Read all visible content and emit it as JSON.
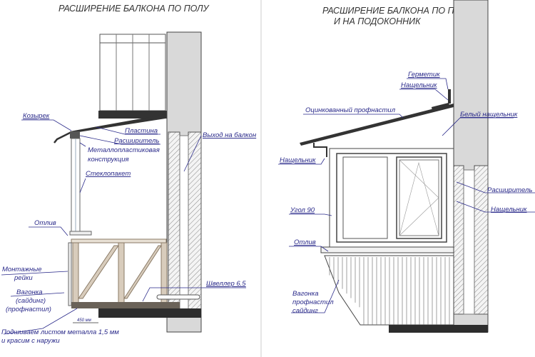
{
  "left": {
    "title": "РАСШИРЕНИЕ БАЛКОНА ПО ПОЛУ",
    "labels": {
      "kozyrek": "Козырек",
      "plastina": "Пластина",
      "rasshiritel": "Расширитель",
      "metal_1": "Металлопластиковая",
      "metal_2": "конструкция",
      "steklopaket": "Стеклопакет",
      "vyhod": "Выход на балкон",
      "otliv": "Отлив",
      "reiki_1": "Монтажные",
      "reiki_2": "рейки",
      "vagonka_1": "Вагонка",
      "vagonka_2": "(сайдинг)",
      "vagonka_3": "(профнастил)",
      "shveller": "Швеллер 6.5",
      "dimension": "450 мм",
      "note_1": "Подшиваем листом металла 1,5 мм",
      "note_2": "и красим с наружи"
    }
  },
  "right": {
    "title_1": "РАСШИРЕНИЕ БАЛКОНА ПО ПОЛУ",
    "title_2": "И НА ПОДОКОННИК",
    "labels": {
      "germetik": "Герметик",
      "nashchelnik_top": "Нащельник",
      "profnastil": "Оцинкованный профнастил",
      "belyi": "Белый нащельник",
      "nashchelnik_left": "Нащельник",
      "rasshiritel": "Расширитель",
      "nashchelnik_right": "Нащельник",
      "ugol": "Угол 90",
      "otliv": "Отлив",
      "vagonka_1": "Вагонка",
      "vagonka_2": "профнастил",
      "vagonka_3": "сайдинг"
    }
  }
}
